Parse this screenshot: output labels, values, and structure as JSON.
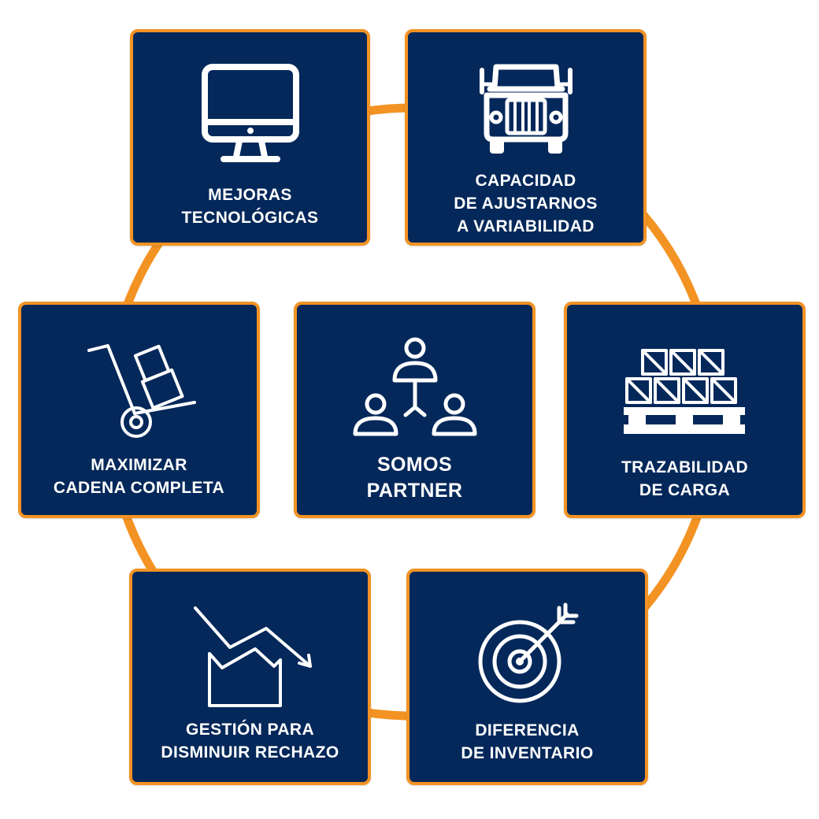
{
  "theme": {
    "card_fill": "#04285a",
    "accent": "#f39323",
    "text": "#ffffff"
  },
  "cards": {
    "tecnologia": {
      "icon": "monitor-icon",
      "lines": [
        "MEJORAS",
        "TECNOLÓGICAS"
      ]
    },
    "capacidad": {
      "icon": "truck-icon",
      "lines": [
        "CAPACIDAD",
        "DE AJUSTARNOS",
        "A VARIABILIDAD"
      ]
    },
    "cadena": {
      "icon": "hand-truck-icon",
      "lines": [
        "MAXIMIZAR",
        "CADENA COMPLETA"
      ]
    },
    "partner": {
      "icon": "team-icon",
      "lines": [
        "SOMOS",
        "PARTNER"
      ]
    },
    "trazabilidad": {
      "icon": "pallet-boxes-icon",
      "lines": [
        "TRAZABILIDAD",
        "DE CARGA"
      ]
    },
    "rechazo": {
      "icon": "decline-chart-icon",
      "lines": [
        "GESTIÓN PARA",
        "DISMINUIR RECHAZO"
      ]
    },
    "inventario": {
      "icon": "target-icon",
      "lines": [
        "DIFERENCIA",
        "DE INVENTARIO"
      ]
    }
  }
}
